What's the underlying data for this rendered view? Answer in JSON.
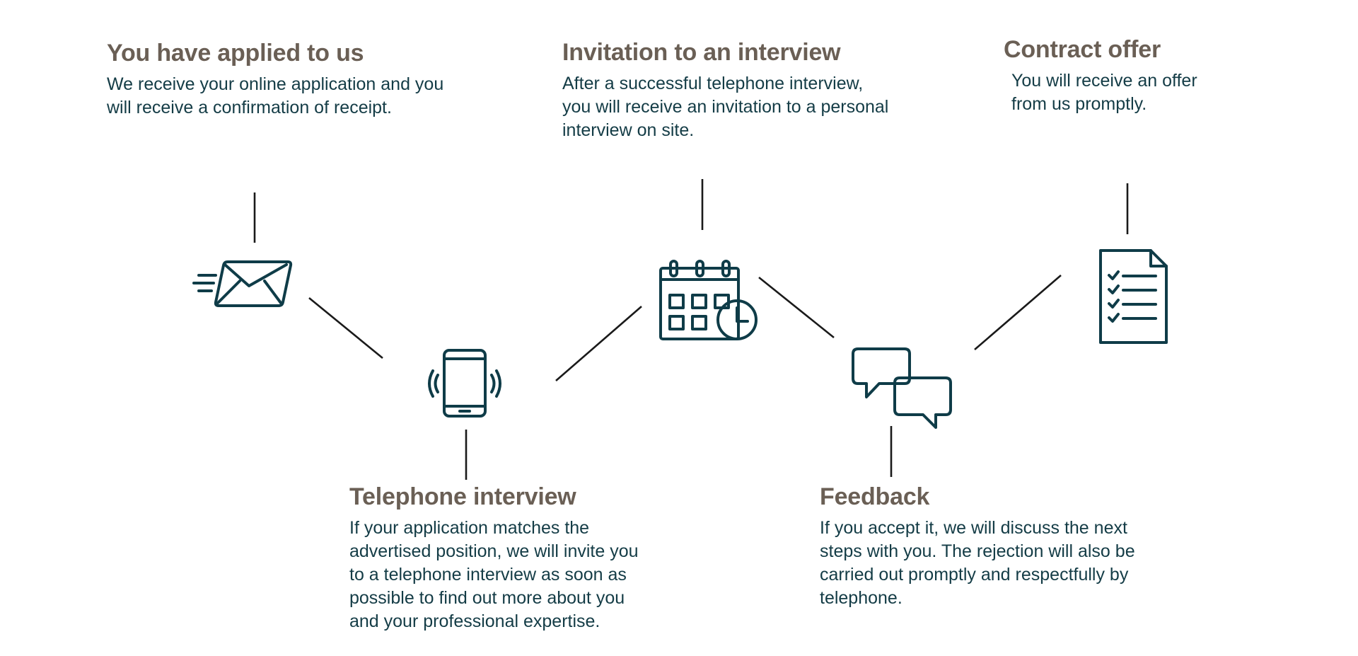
{
  "steps": [
    {
      "id": "applied",
      "title": "You have applied to us",
      "lines": [
        "We receive your online application and you",
        "will receive a confirmation of receipt."
      ]
    },
    {
      "id": "telephone",
      "title": "Telephone interview",
      "lines": [
        "If your application matches the",
        "advertised position, we will invite you",
        "to a telephone interview as soon as",
        "possible to find out more about you",
        "and your professional expertise."
      ]
    },
    {
      "id": "invitation",
      "title": "Invitation to an interview",
      "lines": [
        "After a successful telephone interview,",
        "you will receive an invitation to a personal",
        "interview on site."
      ]
    },
    {
      "id": "feedback",
      "title": "Feedback",
      "lines": [
        "If you accept it, we will discuss the next",
        "steps with you. The rejection will also be",
        "carried out promptly and respectfully by",
        "telephone."
      ]
    },
    {
      "id": "contract",
      "title": "Contract offer",
      "lines": [
        "You will receive an offer",
        "from us promptly."
      ]
    }
  ],
  "icons": {
    "applied": "envelope-icon",
    "telephone": "smartphone-icon",
    "invitation": "calendar-clock-icon",
    "feedback": "chat-bubbles-icon",
    "contract": "checklist-document-icon"
  },
  "colors": {
    "title": "#6a5f55",
    "text": "#143c46",
    "icon": "#0f3c48",
    "line": "#1a1a1a"
  }
}
